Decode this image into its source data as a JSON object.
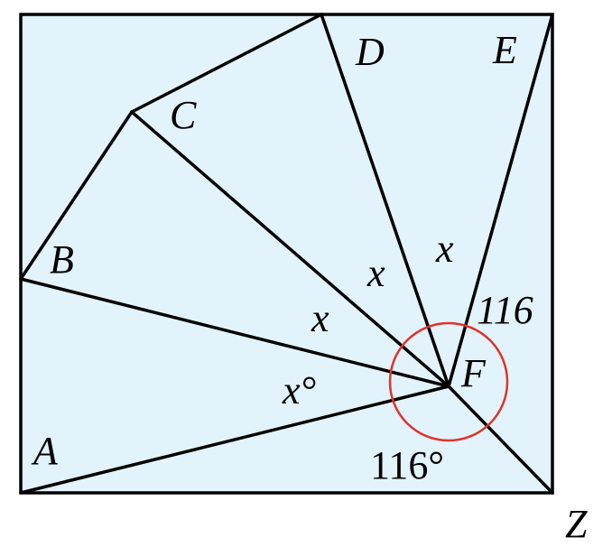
{
  "colors": {
    "background": "#e3f3fc",
    "stroke": "#000000",
    "circle": "#e0322a"
  },
  "labels": {
    "A": "A",
    "B": "B",
    "C": "C",
    "D": "D",
    "E": "E",
    "F": "F",
    "Z": "Z",
    "angle_x_deg": "x°",
    "angle_x_1": "x",
    "angle_x_2": "x",
    "angle_x_3": "x",
    "angle_116": "116",
    "angle_116_deg": "116°"
  }
}
